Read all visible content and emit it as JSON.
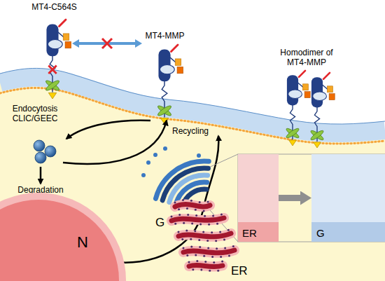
{
  "diagram": {
    "nodes": [
      {
        "text": [
          "G"
        ]
      },
      {
        "text": [
          "ER"
        ]
      },
      {
        "text": [
          "G"
        ]
      },
      {
        "text": [
          "N"
        ]
      },
      {
        "text": [
          "ER"
        ]
      }
    ],
    "edges": [
      {
        "from": 1,
        "to": 2,
        "arrow": "to"
      }
    ],
    "labels": [
      "MT4-C564S",
      "MT4-MMP",
      "Homodimer of MT4-MMP",
      "Endocytosis CLIC/GEEC",
      "Recycling",
      "Degradation"
    ]
  }
}
